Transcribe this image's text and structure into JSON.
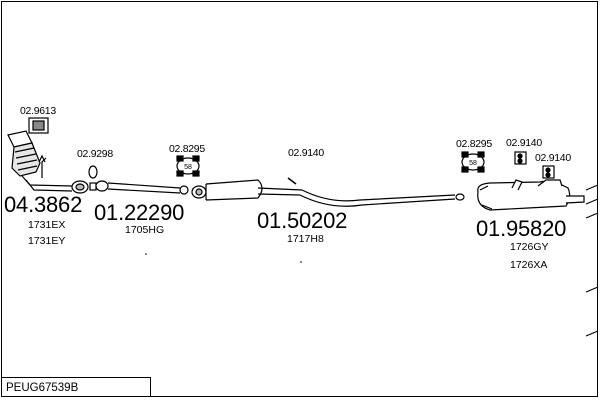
{
  "catalog_label": "PEUG67539B",
  "small_parts": {
    "p029613": "02.9613",
    "p029298": "02.9298",
    "p028295_a": "02.8295",
    "p029140_a": "02.9140",
    "p028295_b": "02.8295",
    "p029140_b": "02.9140",
    "p029140_c": "02.9140"
  },
  "sections": {
    "front": {
      "part_number": "04.3862",
      "refs": [
        "1731EX",
        "1731EY"
      ]
    },
    "front_pipe": {
      "part_number": "01.22290",
      "refs": [
        "1705HG"
      ]
    },
    "middle": {
      "part_number": "01.50202",
      "refs": [
        "1717H8"
      ]
    },
    "rear": {
      "part_number": "01.95820",
      "refs": [
        "1726GY",
        "1726XA"
      ]
    }
  },
  "clamp_marks": {
    "m1": "58",
    "m2": "58"
  }
}
